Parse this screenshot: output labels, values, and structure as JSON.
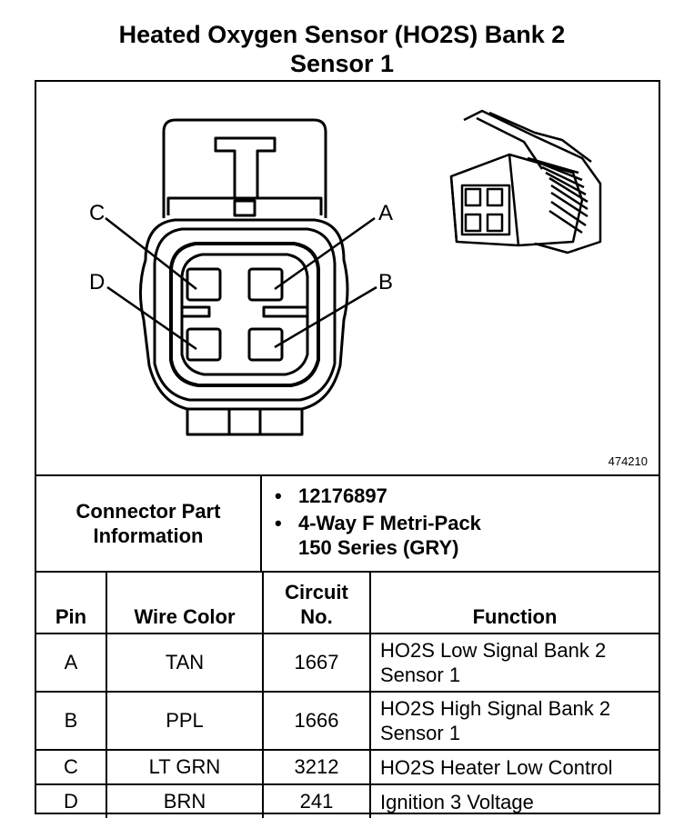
{
  "title": {
    "line1": "Heated Oxygen Sensor (HO2S) Bank 2",
    "line2": "Sensor 1"
  },
  "diagram": {
    "figure_number": "474210",
    "pin_labels": {
      "a": "A",
      "b": "B",
      "c": "C",
      "d": "D"
    }
  },
  "connector_info": {
    "label_line1": "Connector Part",
    "label_line2": "Information",
    "bullet": "•",
    "part_number": "12176897",
    "desc_line1": "4-Way F Metri-Pack",
    "desc_line2": "150 Series (GRY)"
  },
  "table": {
    "headers": {
      "pin": "Pin",
      "wire_color": "Wire Color",
      "circuit_line1": "Circuit",
      "circuit_line2": "No.",
      "function": "Function"
    },
    "rows": [
      {
        "pin": "A",
        "wire_color": "TAN",
        "circuit": "1667",
        "function_line1": "HO2S Low Signal Bank 2",
        "function_line2": "Sensor 1"
      },
      {
        "pin": "B",
        "wire_color": "PPL",
        "circuit": "1666",
        "function_line1": "HO2S High Signal Bank 2",
        "function_line2": "Sensor 1"
      },
      {
        "pin": "C",
        "wire_color": "LT GRN",
        "circuit": "3212",
        "function_line1": "HO2S Heater Low Control",
        "function_line2": ""
      },
      {
        "pin": "D",
        "wire_color": "BRN",
        "circuit": "241",
        "function_line1": "Ignition 3 Voltage",
        "function_line2": ""
      }
    ]
  }
}
